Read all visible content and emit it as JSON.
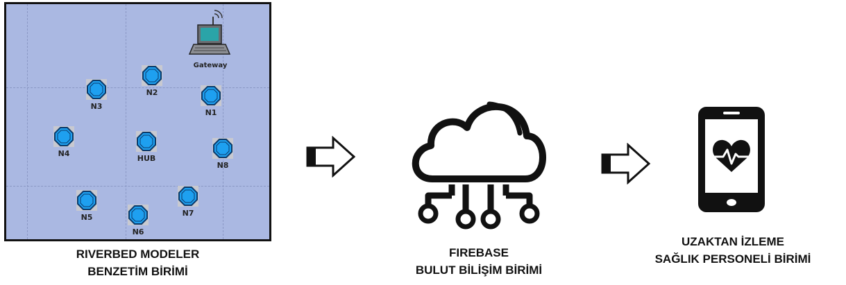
{
  "simulation": {
    "gateway_label": "Gateway",
    "nodes": [
      {
        "id": "n1",
        "label": "N1"
      },
      {
        "id": "n2",
        "label": "N2"
      },
      {
        "id": "n3",
        "label": "N3"
      },
      {
        "id": "n4",
        "label": "N4"
      },
      {
        "id": "hub",
        "label": "HUB"
      },
      {
        "id": "n8",
        "label": "N8"
      },
      {
        "id": "n5",
        "label": "N5"
      },
      {
        "id": "n6",
        "label": "N6"
      },
      {
        "id": "n7",
        "label": "N7"
      }
    ],
    "caption_line1": "RIVERBED MODELER",
    "caption_line2": "BENZETİM BİRİMİ"
  },
  "cloud": {
    "caption_line1": "FIREBASE",
    "caption_line2": "BULUT BİLİŞİM BİRİMİ"
  },
  "monitor": {
    "caption_line1": "UZAKTAN İZLEME",
    "caption_line2": "SAĞLIK PERSONELİ BİRİMİ"
  },
  "colors": {
    "panel_bg": "#aab8e2",
    "node_fill": "#1ea0f0",
    "stroke": "#111111"
  },
  "icons": [
    "laptop-icon",
    "sensor-node-icon",
    "arrow-right-icon",
    "cloud-icon",
    "smartphone-icon",
    "heart-pulse-icon"
  ]
}
